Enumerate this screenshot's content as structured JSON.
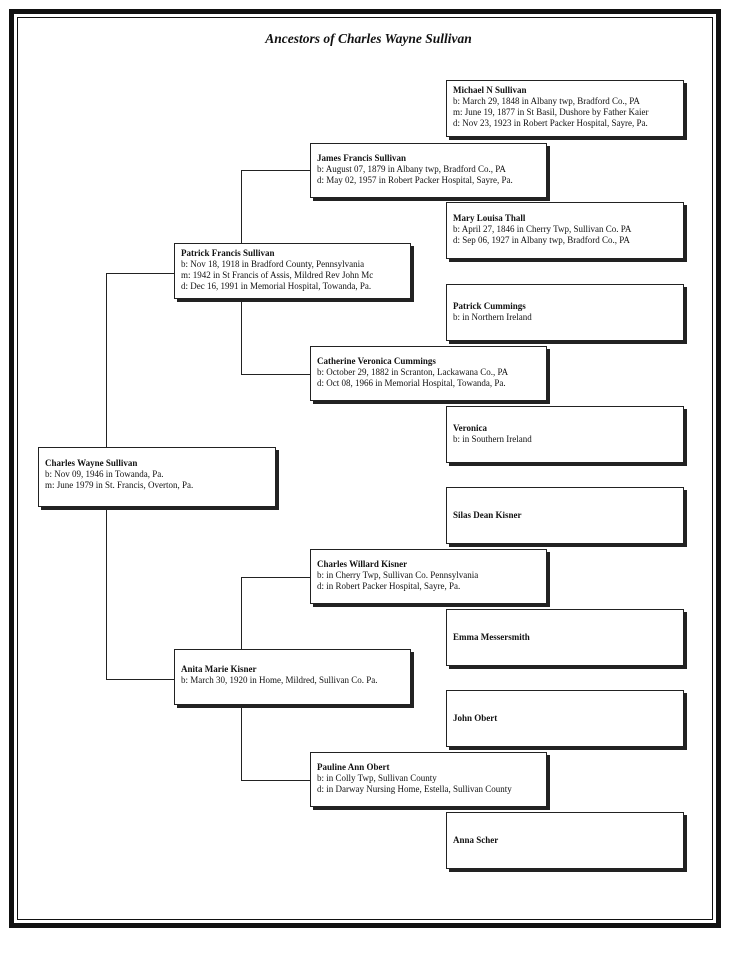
{
  "title": "Ancestors of Charles Wayne Sullivan",
  "people": {
    "p1": {
      "name": "Charles Wayne Sullivan",
      "lines": [
        "b: Nov 09, 1946 in Towanda, Pa.",
        "m: June 1979 in St. Francis, Overton, Pa."
      ]
    },
    "p2": {
      "name": "Patrick Francis Sullivan",
      "lines": [
        "b: Nov 18, 1918 in Bradford County,  Pennsylvania",
        "m: 1942 in St Francis of Assis,  Mildred    Rev John Mc",
        "d: Dec 16, 1991 in Memorial Hospital, Towanda, Pa."
      ]
    },
    "p3": {
      "name": "Anita Marie Kisner",
      "lines": [
        "b: March 30, 1920 in Home, Mildred,  Sullivan Co.  Pa."
      ]
    },
    "p4": {
      "name": "James Francis Sullivan",
      "lines": [
        "b: August 07, 1879 in Albany twp,  Bradford Co.,  PA",
        "d: May 02, 1957 in Robert Packer Hospital,  Sayre, Pa."
      ]
    },
    "p5": {
      "name": "Catherine Veronica Cummings",
      "lines": [
        "b: October 29, 1882 in Scranton, Lackawana Co.,  PA",
        "d: Oct 08, 1966 in Memorial Hospital, Towanda, Pa."
      ]
    },
    "p6": {
      "name": "Charles Willard Kisner",
      "lines": [
        "b: in Cherry Twp, Sullivan Co.  Pennsylvania",
        "d: in Robert Packer Hospital,  Sayre, Pa."
      ]
    },
    "p7": {
      "name": "Pauline Ann Obert",
      "lines": [
        "b: in Colly Twp, Sullivan County",
        "d: in Darway Nursing Home,  Estella,  Sullivan County"
      ]
    },
    "p8": {
      "name": "Michael N Sullivan",
      "lines": [
        "b: March 29, 1848 in Albany twp,  Bradford Co.,  PA",
        "m: June 19, 1877 in St Basil, Dushore  by Father Kaier",
        "d: Nov 23, 1923 in Robert Packer Hospital,  Sayre, Pa."
      ]
    },
    "p9": {
      "name": "Mary Louisa Thall",
      "lines": [
        "b: April 27, 1846 in Cherry Twp, Sullivan Co.  PA",
        "d: Sep 06, 1927 in Albany twp,  Bradford Co.,  PA"
      ]
    },
    "p10": {
      "name": "Patrick Cummings",
      "lines": [
        "b: in Northern Ireland"
      ]
    },
    "p11": {
      "name": "Veronica",
      "lines": [
        "b: in Southern Ireland"
      ]
    },
    "p12": {
      "name": "Silas Dean Kisner",
      "lines": []
    },
    "p13": {
      "name": "Emma Messersmith",
      "lines": []
    },
    "p14": {
      "name": "John Obert",
      "lines": []
    },
    "p15": {
      "name": "Anna Scher",
      "lines": []
    }
  }
}
